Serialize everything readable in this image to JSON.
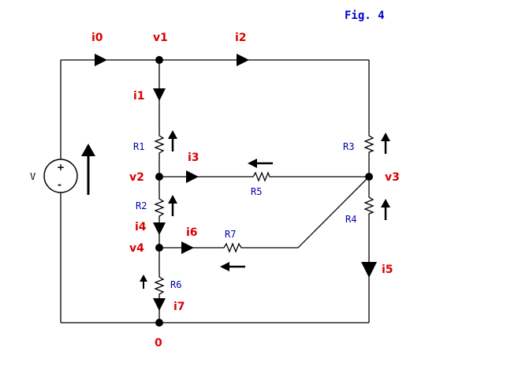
{
  "figure": {
    "title": "Fig. 4"
  },
  "nodes": {
    "v1": "v1",
    "v2": "v2",
    "v3": "v3",
    "v4": "v4",
    "ground": "0"
  },
  "currents": {
    "i0": "i0",
    "i1": "i1",
    "i2": "i2",
    "i3": "i3",
    "i4": "i4",
    "i5": "i5",
    "i6": "i6",
    "i7": "i7"
  },
  "resistors": {
    "R1": "R1",
    "R2": "R2",
    "R3": "R3",
    "R4": "R4",
    "R5": "R5",
    "R6": "R6",
    "R7": "R7"
  },
  "source": {
    "label": "V",
    "plus": "+",
    "minus": "-"
  },
  "colors": {
    "node_and_current_labels": "#dd0000",
    "resistor_labels": "#0000aa",
    "figure_title": "#0000cc",
    "wires": "#000000"
  }
}
